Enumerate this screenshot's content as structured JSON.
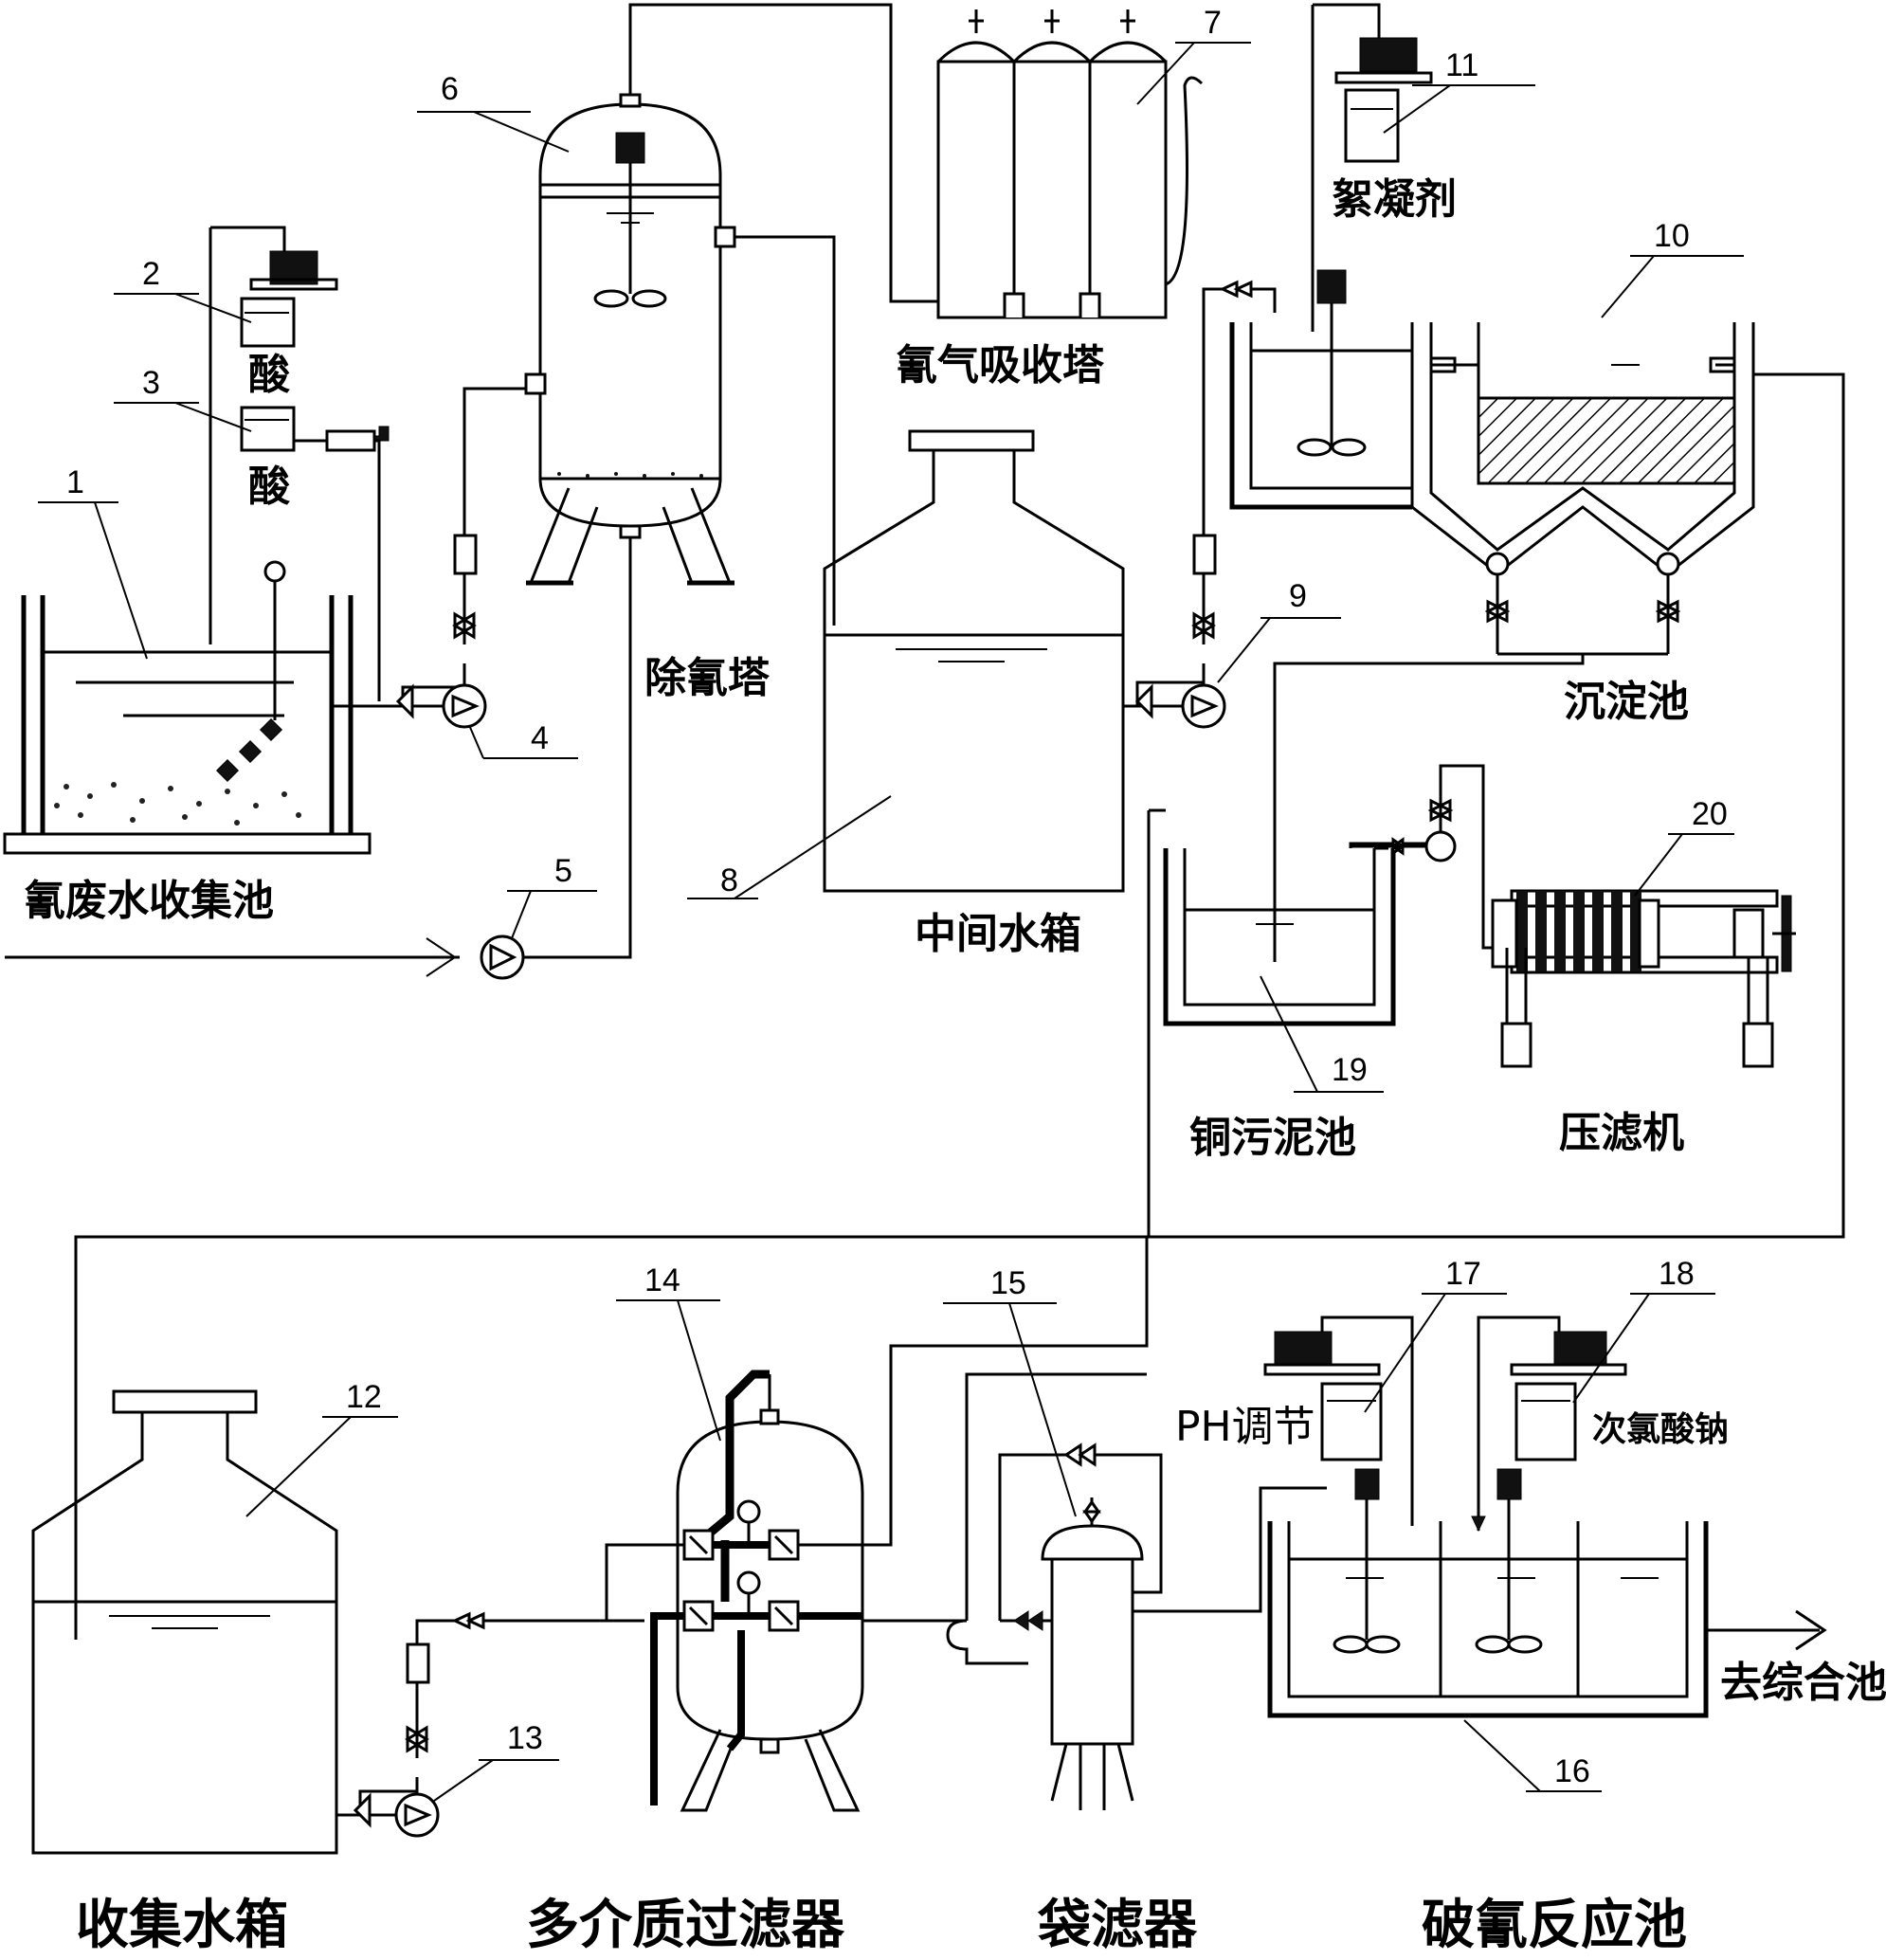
{
  "labels": {
    "cyanide_waste_pool": "氰废水收集池",
    "acid_2": "酸",
    "acid_3": "酸",
    "decyanide_tower": "除氰塔",
    "cyanide_gas_absorber": "氰气吸收塔",
    "flocculant": "絮凝剂",
    "intermediate_tank": "中间水箱",
    "settling_tank": "沉淀池",
    "copper_sludge_pool": "铜污泥池",
    "filter_press": "压滤机",
    "collection_tank": "收集水箱",
    "multimedia_filter": "多介质过滤器",
    "bag_filter": "袋滤器",
    "cyanide_breaking_pool": "破氰反应池",
    "ph_adjust": "PH调节",
    "sodium_hypochlorite": "次氯酸钠",
    "to_combined_pool": "去综合池"
  },
  "numbers": {
    "n1": "1",
    "n2": "2",
    "n3": "3",
    "n4": "4",
    "n5": "5",
    "n6": "6",
    "n7": "7",
    "n8": "8",
    "n9": "9",
    "n10": "10",
    "n11": "11",
    "n12": "12",
    "n13": "13",
    "n14": "14",
    "n15": "15",
    "n16": "16",
    "n17": "17",
    "n18": "18",
    "n19": "19",
    "n20": "20"
  }
}
